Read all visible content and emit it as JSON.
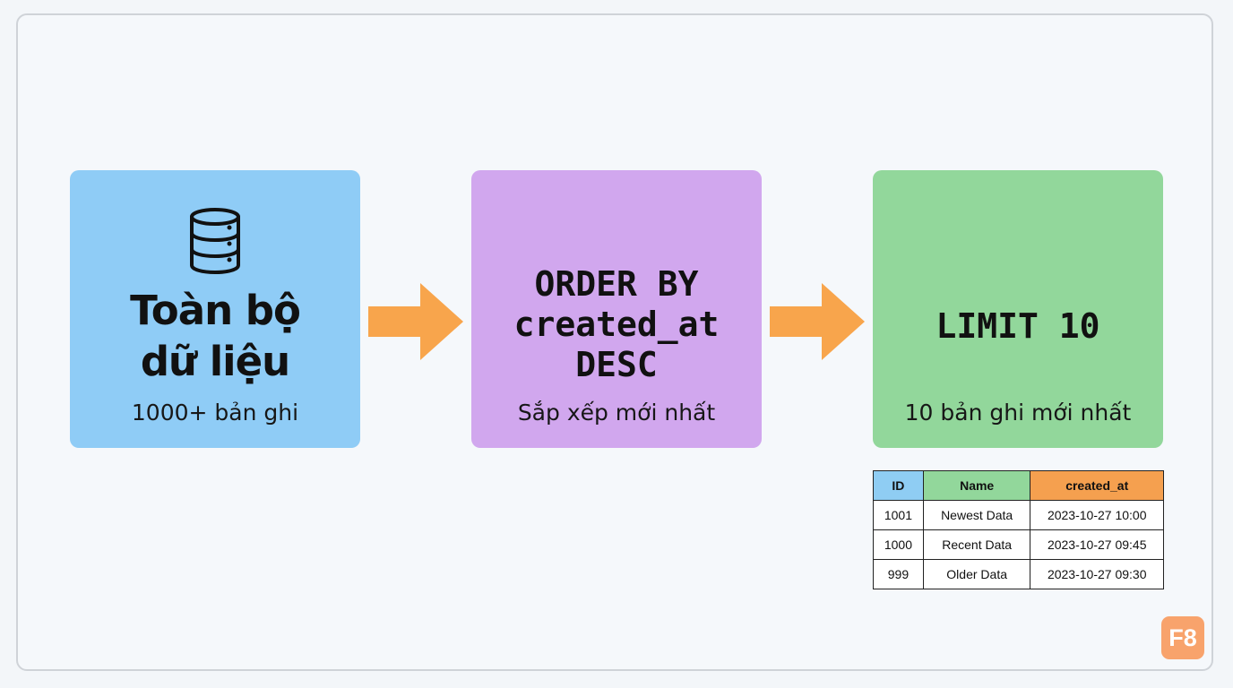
{
  "steps": [
    {
      "title_line1": "Toàn bộ",
      "title_line2": "dữ liệu",
      "subtitle": "1000+ bản ghi",
      "icon": "database-icon"
    },
    {
      "code_line1": "ORDER BY",
      "code_line2": "created_at",
      "code_line3": "DESC",
      "subtitle": "Sắp xếp mới nhất"
    },
    {
      "code_line1": "LIMIT 10",
      "subtitle": "10 bản ghi mới nhất"
    }
  ],
  "result_table": {
    "headers": [
      "ID",
      "Name",
      "created_at"
    ],
    "rows": [
      [
        "1001",
        "Newest Data",
        "2023-10-27 10:00"
      ],
      [
        "1000",
        "Recent Data",
        "2023-10-27 09:45"
      ],
      [
        "999",
        "Older Data",
        "2023-10-27 09:30"
      ]
    ]
  },
  "badge": "F8",
  "colors": {
    "step1": "#8fccf6",
    "step2": "#d1a7ee",
    "step3": "#92d79b",
    "arrow": "#f8a54c",
    "badge": "#f8a36c"
  }
}
